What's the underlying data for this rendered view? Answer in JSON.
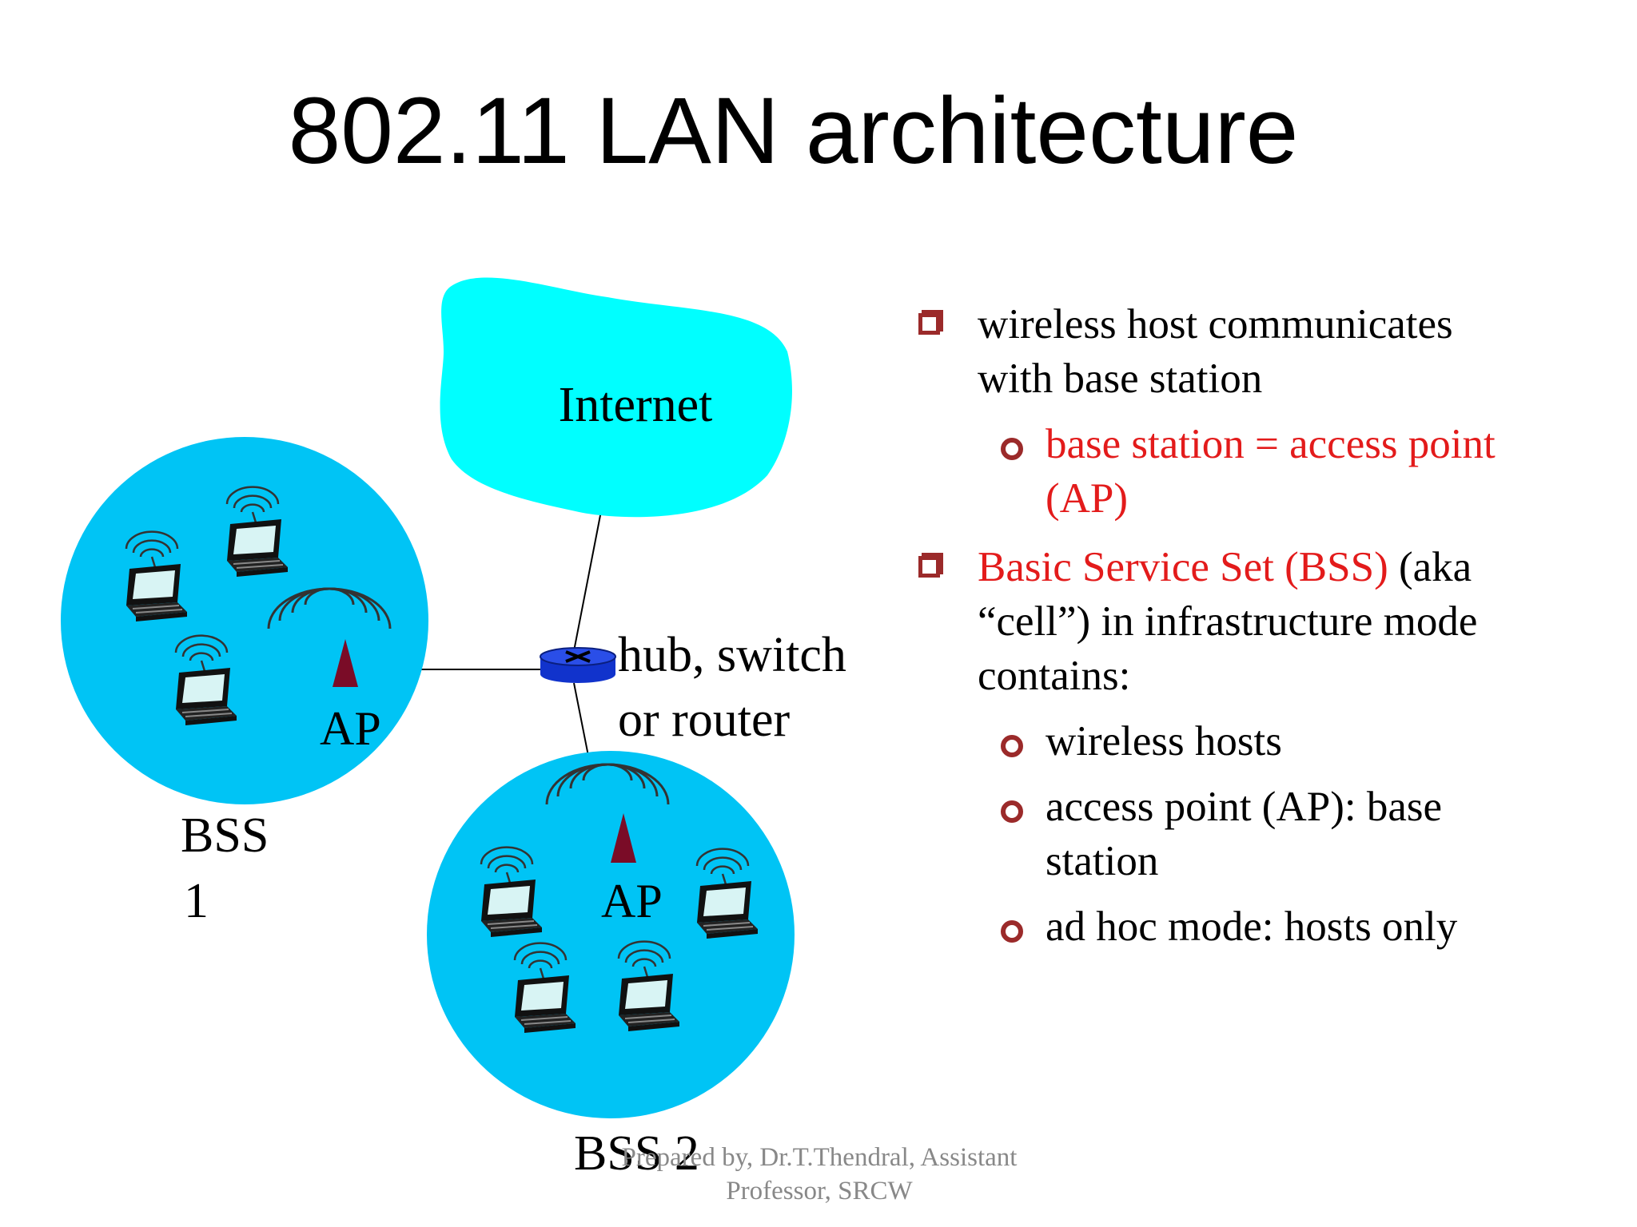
{
  "title": "802.11 LAN architecture",
  "diagram": {
    "internet_label": "Internet",
    "hub_label_line1": "hub, switch",
    "hub_label_line2": "or router",
    "ap_label": "AP",
    "bss1_line1": "BSS",
    "bss1_line2": "1",
    "bss2_label": "BSS 2",
    "colors": {
      "cloud": "#00ffff",
      "cell": "#00c4f5",
      "ap": "#7a0c27",
      "router": "#1133cc"
    }
  },
  "bullets": {
    "b1_line1": "wireless host communicates",
    "b1_line2": "with base station",
    "b1_sub1_line1": "base station = access point",
    "b1_sub1_line2": "(AP)",
    "b2_red": "Basic Service Set (BSS)",
    "b2_rest": " (aka",
    "b2_line2": "“cell”) in infrastructure mode",
    "b2_line3": "contains:",
    "b2_sub1": "wireless hosts",
    "b2_sub2_line1": "access point (AP): base",
    "b2_sub2_line2": "station",
    "b2_sub3": "ad hoc mode: hosts only"
  },
  "footer": {
    "line1": "Prepared by, Dr.T.Thendral, Assistant",
    "line2": "Professor, SRCW"
  }
}
